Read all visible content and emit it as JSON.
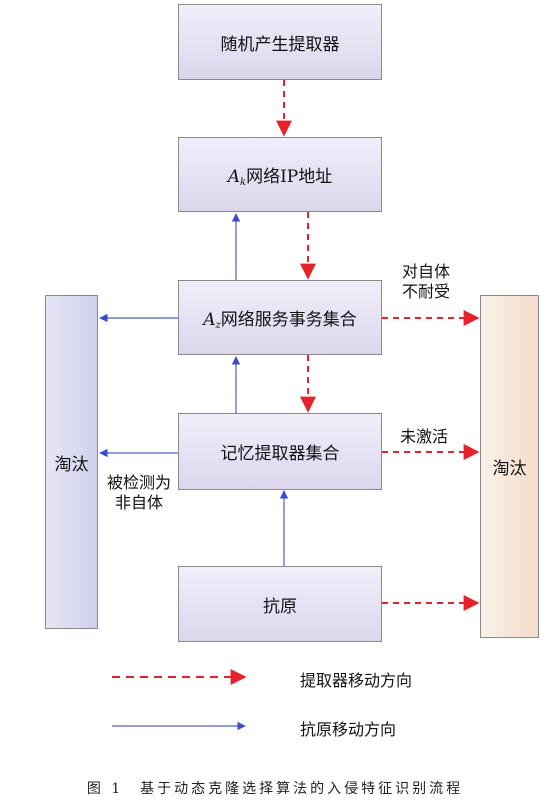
{
  "boxes": {
    "random_generate": "随机产生提取器",
    "ak_prefix": "A",
    "ak_sub": "k",
    "ak_text": "网络IP地址",
    "az_prefix": "A",
    "az_sub": "z",
    "az_text": "网络服务事务集合",
    "memory": "记忆提取器集合",
    "antigen": "抗原",
    "eliminate_left": "淘汰",
    "eliminate_right": "淘汰"
  },
  "labels": {
    "self_intolerant_1": "对自体",
    "self_intolerant_2": "不耐受",
    "not_activated": "未激活",
    "detected_1": "被检测为",
    "detected_2": "非自体"
  },
  "legend": {
    "extractor_move": "提取器移动方向",
    "antigen_move": "抗原移动方向"
  },
  "caption": "图 1　基于动态克隆选择算法的入侵特征识别流程",
  "colors": {
    "extractor_arrow": "#e8202a",
    "antigen_arrow": "#4f5fc8"
  }
}
